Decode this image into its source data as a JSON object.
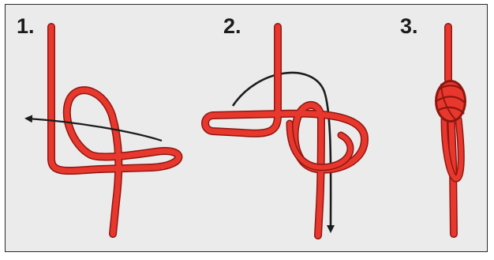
{
  "diagram": {
    "background_color": "#ebebeb",
    "rope_color": "#e8382d",
    "rope_edge_color": "#8f1610",
    "arrow_color": "#1c1c1c",
    "steps": [
      {
        "number": "1."
      },
      {
        "number": "2."
      },
      {
        "number": "3."
      }
    ]
  }
}
